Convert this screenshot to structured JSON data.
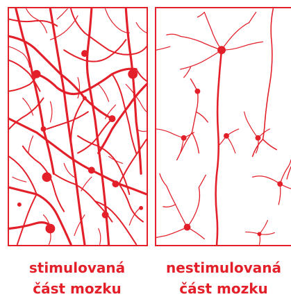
{
  "accent_color": "#e3202a",
  "panels": [
    {
      "id": "stimulated",
      "caption_line1": "stimulovaná",
      "caption_line2": "část mozku",
      "density": "dense"
    },
    {
      "id": "unstimulated",
      "caption_line1": "nestimulovaná",
      "caption_line2": "část mozku",
      "density": "sparse"
    }
  ]
}
